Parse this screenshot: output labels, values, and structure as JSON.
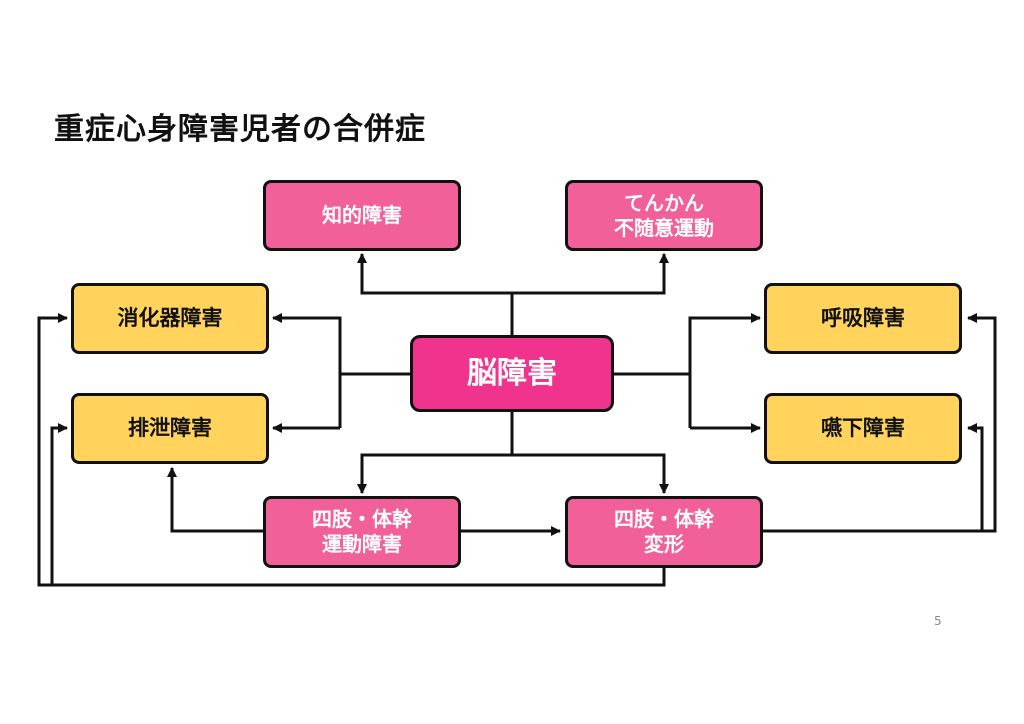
{
  "title": "重症心身障害児者の合併症",
  "colors": {
    "center": "#f0338c",
    "pink": "#f2609a",
    "yellow": "#ffd35c",
    "line": "#111111"
  },
  "nodes": {
    "brain": {
      "label": "脳障害"
    },
    "intellectual": {
      "label": "知的障害"
    },
    "epilepsy": {
      "line1": "てんかん",
      "line2": "不随意運動"
    },
    "digestive": {
      "label": "消化器障害"
    },
    "excretion": {
      "label": "排泄障害"
    },
    "respiratory": {
      "label": "呼吸障害"
    },
    "swallowing": {
      "label": "嚥下障害"
    },
    "motor": {
      "line1": "四肢・体幹",
      "line2": "運動障害"
    },
    "deformity": {
      "line1": "四肢・体幹",
      "line2": "変形"
    }
  },
  "page_number": "5"
}
